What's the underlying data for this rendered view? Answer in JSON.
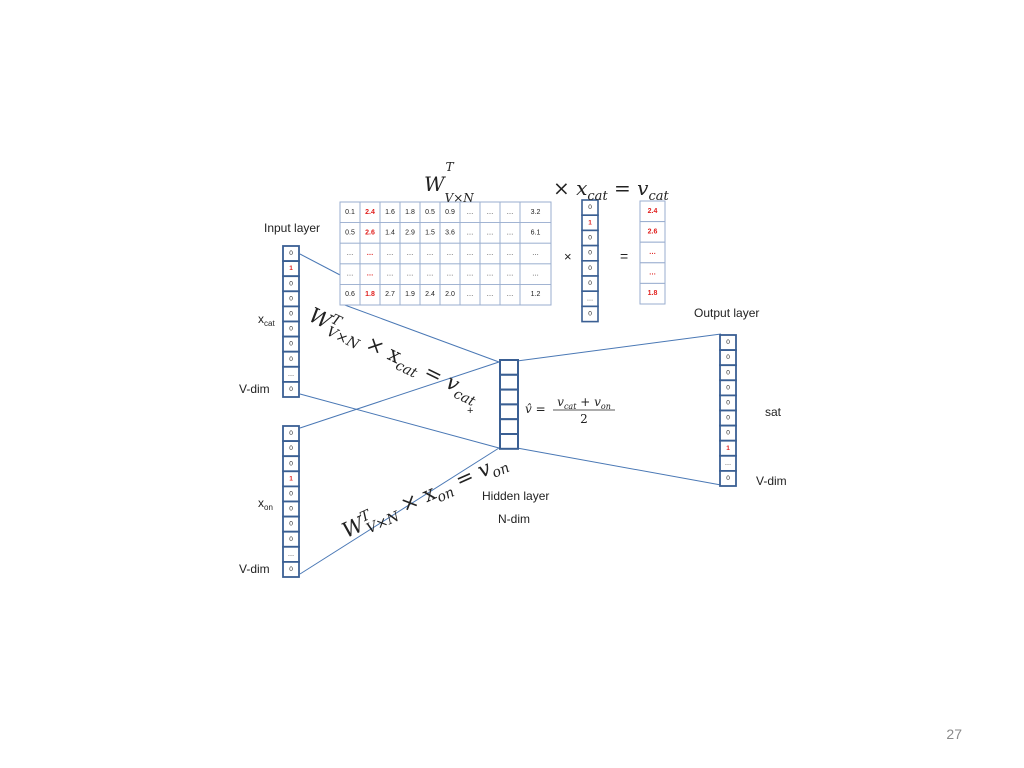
{
  "matrix": {
    "title_base": "W",
    "title_sup": "T",
    "title_sub": "V×N",
    "rows": [
      [
        "0.1",
        "2.4",
        "1.6",
        "1.8",
        "0.5",
        "0.9",
        "…",
        "…",
        "…",
        "3.2"
      ],
      [
        "0.5",
        "2.6",
        "1.4",
        "2.9",
        "1.5",
        "3.6",
        "…",
        "…",
        "…",
        "6.1"
      ],
      [
        "…",
        "…",
        "…",
        "…",
        "…",
        "…",
        "…",
        "…",
        "…",
        "…"
      ],
      [
        "…",
        "…",
        "…",
        "…",
        "…",
        "…",
        "…",
        "…",
        "…",
        "…"
      ],
      [
        "0.6",
        "1.8",
        "2.7",
        "1.9",
        "2.4",
        "2.0",
        "…",
        "…",
        "…",
        "1.2"
      ]
    ],
    "highlight_col": 1,
    "highlight_color": "#e0201e"
  },
  "equation": {
    "times": "×",
    "x": "x",
    "x_sub": "cat",
    "eq": "=",
    "v": "v",
    "v_sub": "cat"
  },
  "ops": {
    "times": "×",
    "equals": "="
  },
  "x_cat_vector": [
    "0",
    "1",
    "0",
    "0",
    "0",
    "0",
    "…",
    "0"
  ],
  "x_cat_highlight": 1,
  "v_cat_vector": [
    "2.4",
    "2.6",
    "…",
    "…",
    "1.8"
  ],
  "input_layer": {
    "label": "Input layer",
    "xcat_label": "x",
    "xcat_sub": "cat",
    "vdim_label": "V-dim",
    "xcat_cells": [
      "0",
      "1",
      "0",
      "0",
      "0",
      "0",
      "0",
      "0",
      "…",
      "0"
    ],
    "xcat_highlight": 1,
    "xon_label": "x",
    "xon_sub": "on",
    "vdim2_label": "V-dim",
    "xon_cells": [
      "0",
      "0",
      "0",
      "1",
      "0",
      "0",
      "0",
      "0",
      "…",
      "0"
    ],
    "xon_highlight": 3
  },
  "hidden_layer": {
    "label": "Hidden layer",
    "ndim": "N-dim",
    "plus": "+"
  },
  "vhat": {
    "lhs": "v̂ =",
    "num_a": "v",
    "num_a_sub": "cat",
    "plus": " + ",
    "num_b": "v",
    "num_b_sub": "on",
    "den": "2"
  },
  "output_layer": {
    "label": "Output layer",
    "word": "sat",
    "vdim_label": "V-dim",
    "cells": [
      "0",
      "0",
      "0",
      "0",
      "0",
      "0",
      "0",
      "1",
      "…",
      "0"
    ],
    "highlight": 7
  },
  "formula_cat": {
    "W": "W",
    "sup": "T",
    "sub": "V×N",
    "rest": " × x",
    "x_sub": "cat",
    "eq": " = v",
    "v_sub": "cat"
  },
  "formula_on": {
    "W": "W",
    "sup": "T",
    "sub": "V×N",
    "rest": " × x",
    "x_sub": "on",
    "eq": " = v",
    "v_sub": "on"
  },
  "colors": {
    "box_border": "#3a5f93",
    "line": "#4a78b5",
    "grid": "#9aaecf",
    "red": "#e0201e"
  },
  "page_number": "27"
}
